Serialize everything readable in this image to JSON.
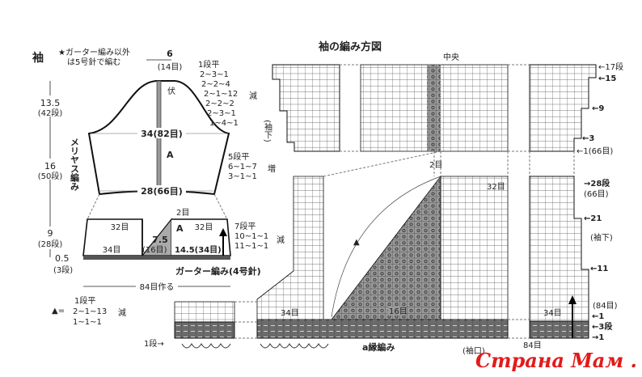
{
  "schematic": {
    "title": "袖",
    "note_line1": "★ガーター編み以外",
    "note_line2": "は5号針で編む",
    "top_width": "6",
    "top_stitches": "(14目)",
    "bind_off": "伏",
    "cap_height": "13.5",
    "cap_rows": "(42段)",
    "body_height": "16",
    "body_rows": "(50段)",
    "cuff_height": "9",
    "cuff_rows": "(28段)",
    "edge_height": "0.5",
    "edge_rows": "(3段)",
    "upper_width": "34(82目)",
    "lower_width": "28(66目)",
    "panel_a": "A",
    "stockinette": "メリヤス編み",
    "cap_decrease": [
      "1段平",
      "2~3~1",
      "2~2~4",
      "2~1~12",
      "2~2~2",
      "2~3~1",
      "1~4~1"
    ],
    "decrease_label": "減",
    "body_increase": [
      "5段平",
      "6~1~7",
      "3~1~1"
    ],
    "increase_label": "増",
    "cuff_left": "32目",
    "cuff_right": "32目",
    "cuff_left_bottom": "34目",
    "cuff_center_top": "2目",
    "cuff_center_width": "7.5",
    "cuff_center_stitches": "(16目)",
    "cuff_right_width": "14.5(34目)",
    "cuff_decrease": [
      "7段平",
      "10~1~1",
      "11~1~1"
    ],
    "cuff_decrease_label": "減",
    "garter": "ガーター編み(4号針)",
    "cast_on": "84目作る",
    "triangle_key": "▲=",
    "triangle_decrease": [
      "1段平",
      "2~1~13",
      "1~1~1"
    ],
    "triangle_decrease_label": "減"
  },
  "chart": {
    "title": "袖の編み方図",
    "center": "中央",
    "two_stitches": "2目",
    "sleeve_under_top": "(袖下)",
    "sleeve_under_bottom": "(袖下)",
    "row17": "←17段",
    "row15": "←15",
    "row9": "←9",
    "row3": "←3",
    "row1": "←1(66目)",
    "row28": "→28段",
    "row28_stitches": "(66目)",
    "row21": "←21",
    "row11": "←11",
    "stitches84": "(84目)",
    "edge_row1a": "←1",
    "edge_row3": "←3段",
    "edge_row1b": "→1",
    "bottom84": "84目",
    "cuff": "(袖口)",
    "stitches32": "32目",
    "stitches34_left": "34目",
    "stitches34_right": "34目",
    "stitches16": "16目",
    "edging": "a縁編み",
    "row1_left": "1段→",
    "triangle": "▲"
  },
  "watermark": "Страна Мам . ру"
}
